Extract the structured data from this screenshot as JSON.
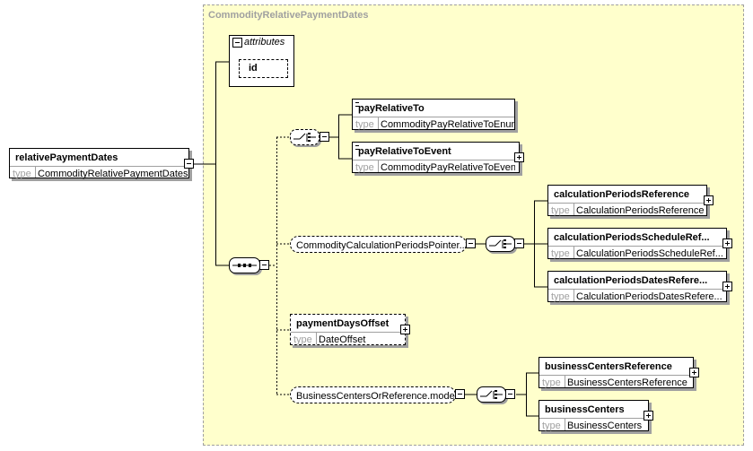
{
  "diagram": {
    "type_name": "CommodityRelativePaymentDates",
    "attributes_label": "attributes",
    "attribute_id": "id",
    "type_label": "type",
    "root": {
      "name": "relativePaymentDates",
      "type": "CommodityRelativePaymentDates"
    },
    "choice1": [
      {
        "name": "payRelativeTo",
        "type": "CommodityPayRelativeToEnum"
      },
      {
        "name": "payRelativeToEvent",
        "type": "CommodityPayRelativeToEvent"
      }
    ],
    "group_calc": "CommodityCalculationPeriodsPointer....",
    "calc_choice": [
      {
        "name": "calculationPeriodsReference",
        "type": "CalculationPeriodsReference"
      },
      {
        "name": "calculationPeriodsScheduleRef...",
        "type": "CalculationPeriodsScheduleRef..."
      },
      {
        "name": "calculationPeriodsDatesRefere...",
        "type": "CalculationPeriodsDatesRefere..."
      }
    ],
    "offset": {
      "name": "paymentDaysOffset",
      "type": "DateOffset"
    },
    "group_bc": "BusinessCentersOrReference.model",
    "bc_choice": [
      {
        "name": "businessCentersReference",
        "type": "BusinessCentersReference"
      },
      {
        "name": "businessCenters",
        "type": "BusinessCenters"
      }
    ]
  }
}
